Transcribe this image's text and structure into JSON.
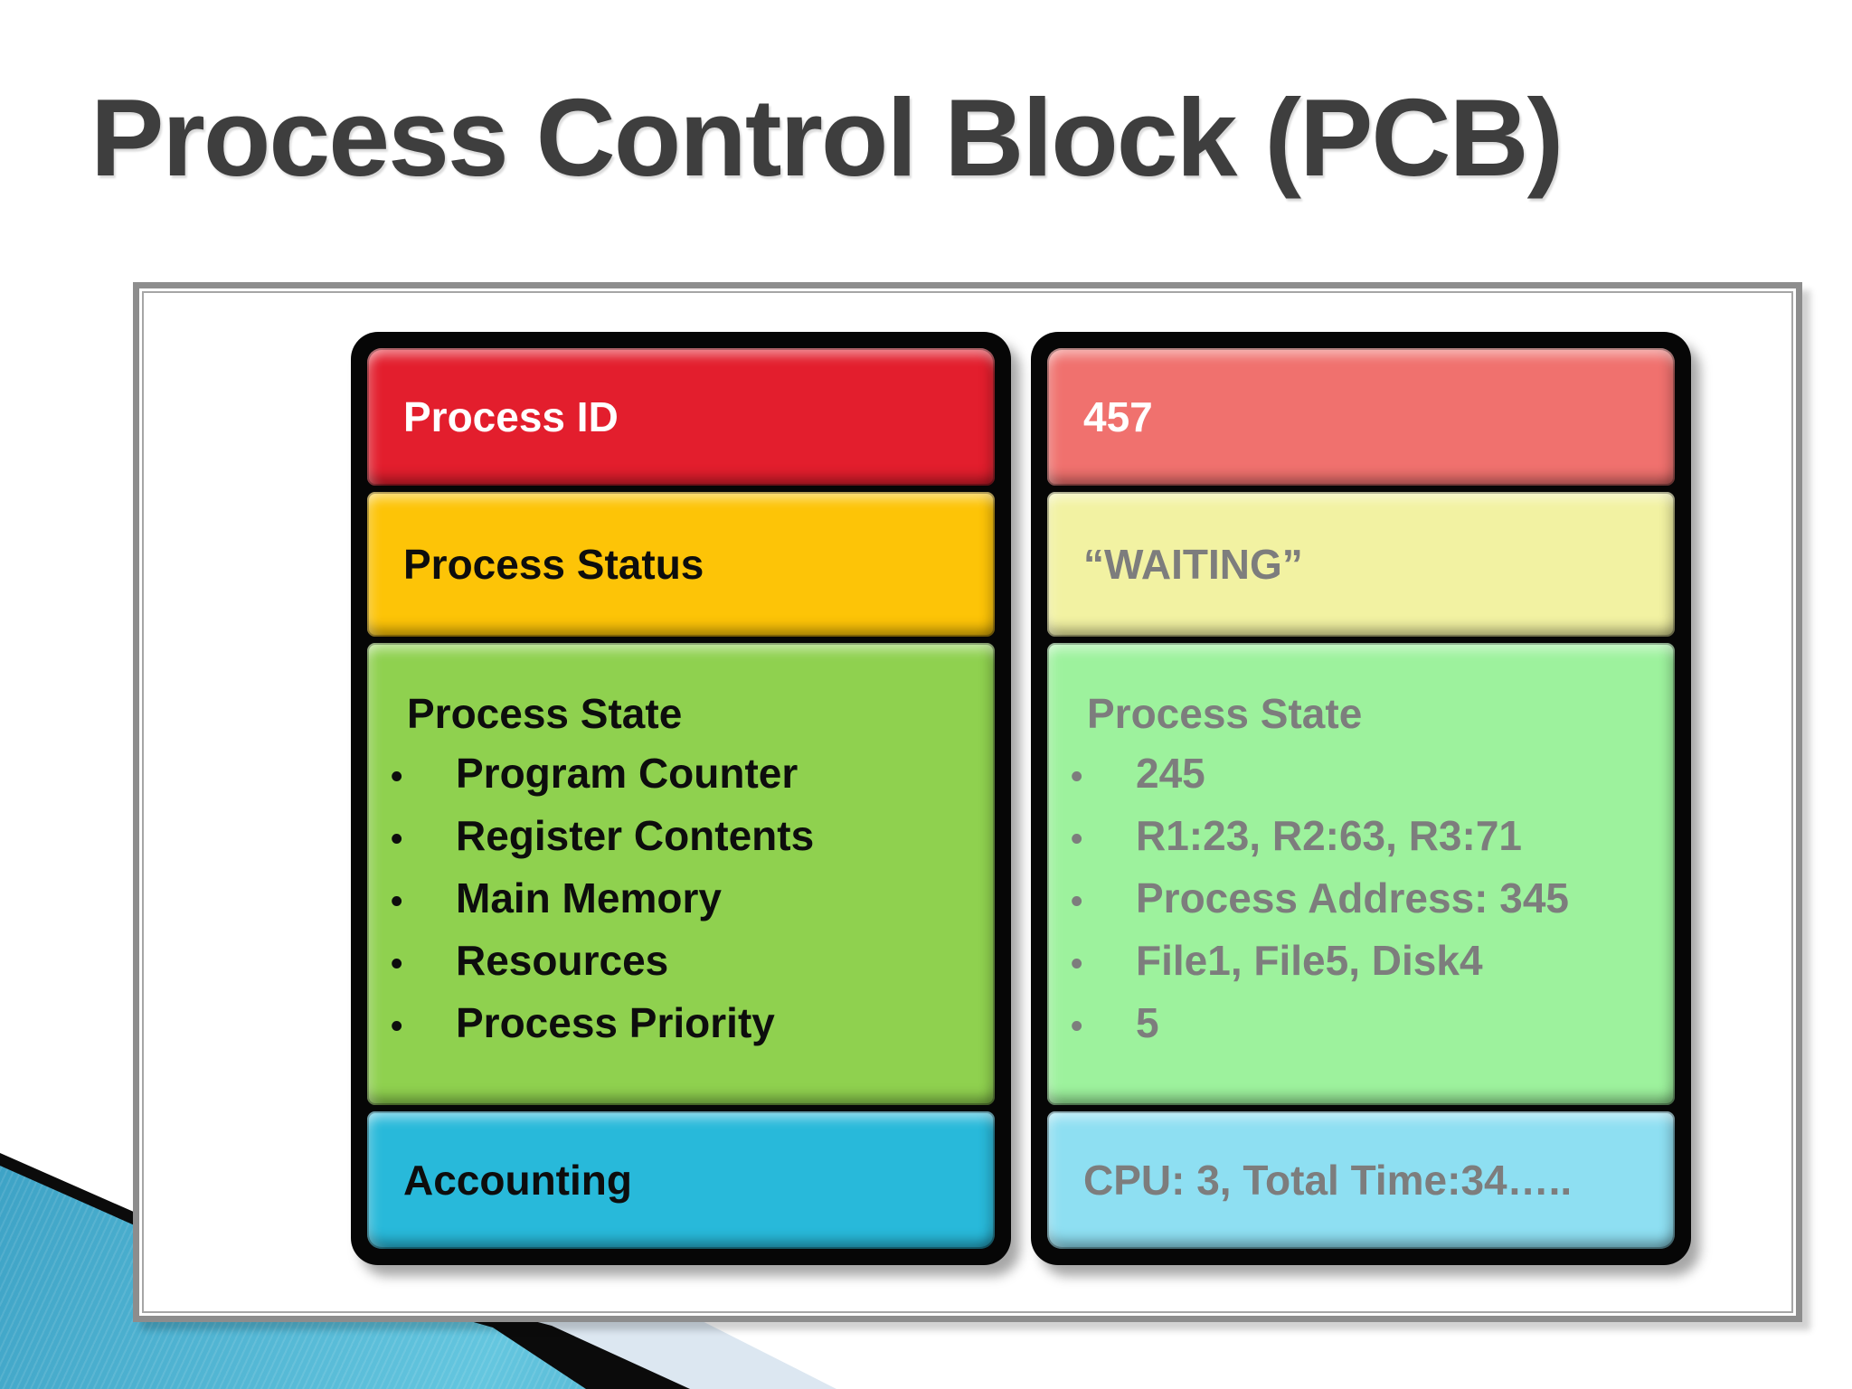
{
  "title": "Process Control Block (PCB)",
  "pcb": {
    "fields": {
      "id_label": "Process ID",
      "status_label": "Process Status",
      "state_heading": "Process State",
      "state_items": [
        "Program Counter",
        "Register Contents",
        "Main Memory",
        "Resources",
        "Process Priority"
      ],
      "accounting_label": "Accounting"
    },
    "values": {
      "id_value": "457",
      "status_value": "“WAITING”",
      "state_heading": "Process State",
      "state_items": [
        "245",
        "R1:23, R2:63, R3:71",
        "Process Address: 345",
        "File1, File5, Disk4",
        "5"
      ],
      "accounting_value": "CPU: 3, Total Time:34….."
    },
    "colors": {
      "title_text": "#3e3e3e",
      "field_id_bg": "#e31e2d",
      "field_status_bg": "#fdc407",
      "field_state_bg": "#8fd14f",
      "field_accounting_bg": "#28b9da",
      "value_id_bg": "#f0716e",
      "value_status_bg": "#f2f2a2",
      "value_state_bg": "#9df29d",
      "value_accounting_bg": "#8edff2",
      "value_text": "#7d7d7d"
    }
  }
}
